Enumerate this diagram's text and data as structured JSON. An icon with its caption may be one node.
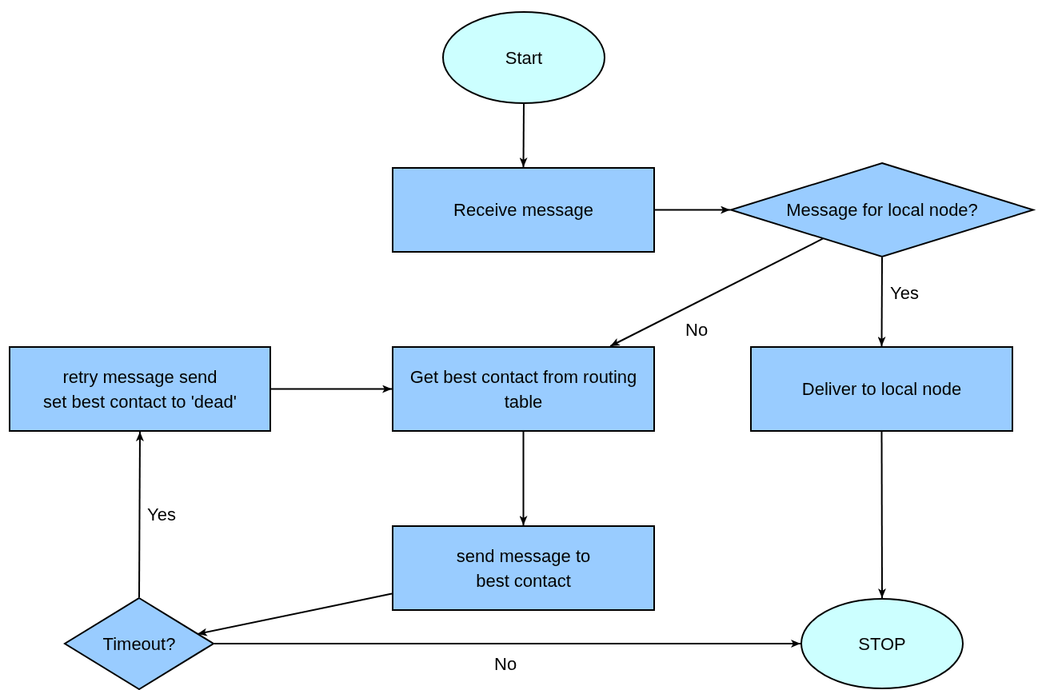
{
  "diagram": {
    "nodes": [
      {
        "text": [
          "Start"
        ]
      },
      {
        "text": [
          "Receive message"
        ]
      },
      {
        "text": [
          "Message for local node?"
        ]
      },
      {
        "text": [
          "retry message send",
          "set best contact to 'dead'"
        ]
      },
      {
        "text": [
          "Get best contact from routing table"
        ]
      },
      {
        "text": [
          "Deliver to local node"
        ]
      },
      {
        "text": [
          "send message to best contact"
        ]
      },
      {
        "text": [
          "Timeout?"
        ]
      },
      {
        "text": [
          "STOP"
        ]
      }
    ],
    "edges": [
      {
        "from": 0,
        "to": 1,
        "arrow": "to"
      },
      {
        "from": 1,
        "to": 2,
        "arrow": "to"
      },
      {
        "from": 2,
        "to": 4,
        "arrow": "to",
        "label": "No"
      },
      {
        "from": 2,
        "to": 5,
        "arrow": "to",
        "label": "Yes"
      },
      {
        "from": 3,
        "to": 4,
        "arrow": "to"
      },
      {
        "from": 4,
        "to": 6,
        "arrow": "to"
      },
      {
        "from": 6,
        "to": 7,
        "arrow": "to"
      },
      {
        "from": 7,
        "to": 3,
        "arrow": "to",
        "label": "Yes"
      },
      {
        "from": 7,
        "to": 8,
        "arrow": "to",
        "label": "No"
      },
      {
        "from": 5,
        "to": 8,
        "arrow": "to"
      }
    ]
  }
}
